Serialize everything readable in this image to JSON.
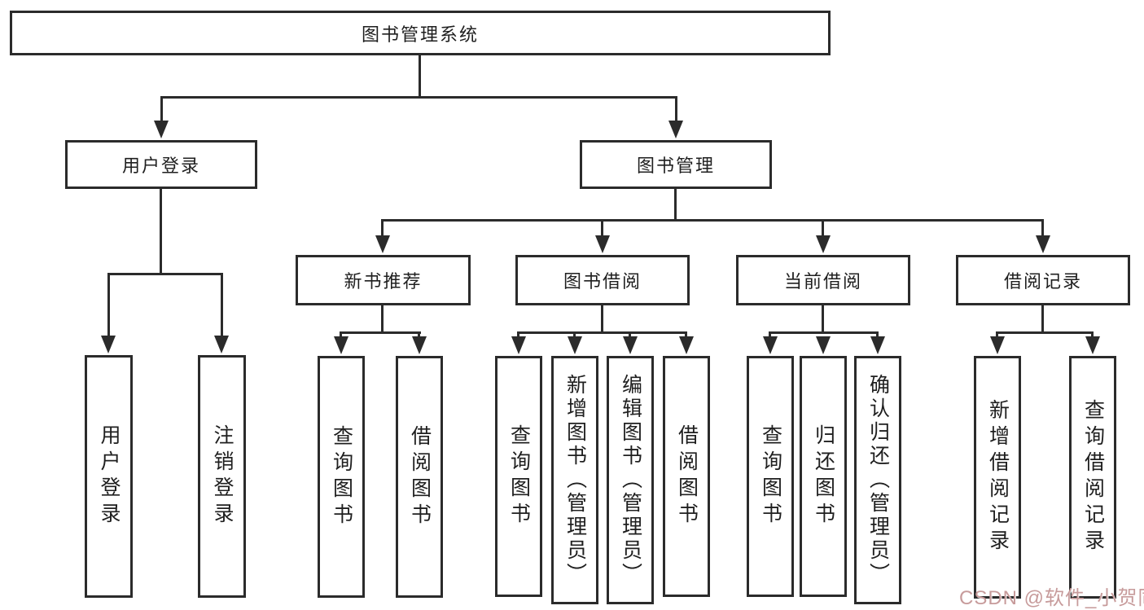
{
  "diagram": {
    "title_node": "图书管理系统",
    "level2": [
      {
        "label": "用户登录"
      },
      {
        "label": "图书管理"
      }
    ],
    "level3": [
      {
        "label": "新书推荐"
      },
      {
        "label": "图书借阅"
      },
      {
        "label": "当前借阅"
      },
      {
        "label": "借阅记录"
      }
    ],
    "leaves": {
      "user_login": [
        "用户登录",
        "注销登录"
      ],
      "new_book": [
        "查询图书",
        "借阅图书"
      ],
      "book_borrow": [
        "查询图书",
        "新增图书（管理员）",
        "编辑图书（管理员）",
        "借阅图书"
      ],
      "current_borrow": [
        "查询图书",
        "归还图书",
        "确认归还（管理员）"
      ],
      "borrow_records": [
        "新增借阅记录",
        "查询借阅记录"
      ]
    }
  },
  "watermark": {
    "text": "CSDN @软件_小贺同学",
    "color": "#c79b9b"
  },
  "colors": {
    "line": "#2b2b2b",
    "background": "#ffffff",
    "text": "#1f1f1f"
  }
}
